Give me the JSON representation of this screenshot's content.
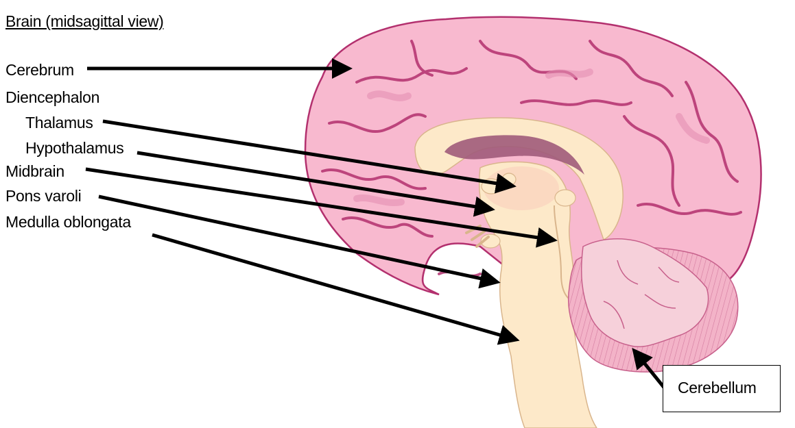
{
  "title": "Brain (midsagittal view)",
  "labels": {
    "cerebrum": "Cerebrum",
    "diencephalon": "Diencephalon",
    "thalamus": "Thalamus",
    "hypothalamus": "Hypothalamus",
    "midbrain": "Midbrain",
    "pons": "Pons varoli",
    "medulla": "Medulla oblongata",
    "cerebellum": "Cerebellum"
  },
  "colors": {
    "cortex": "#f8b9cf",
    "sulcus": "#b3306e",
    "brainstem": "#fde9c9",
    "ventricle": "#a05b7a",
    "cerebellum": "#f6bfcf",
    "arrow": "#000000"
  }
}
